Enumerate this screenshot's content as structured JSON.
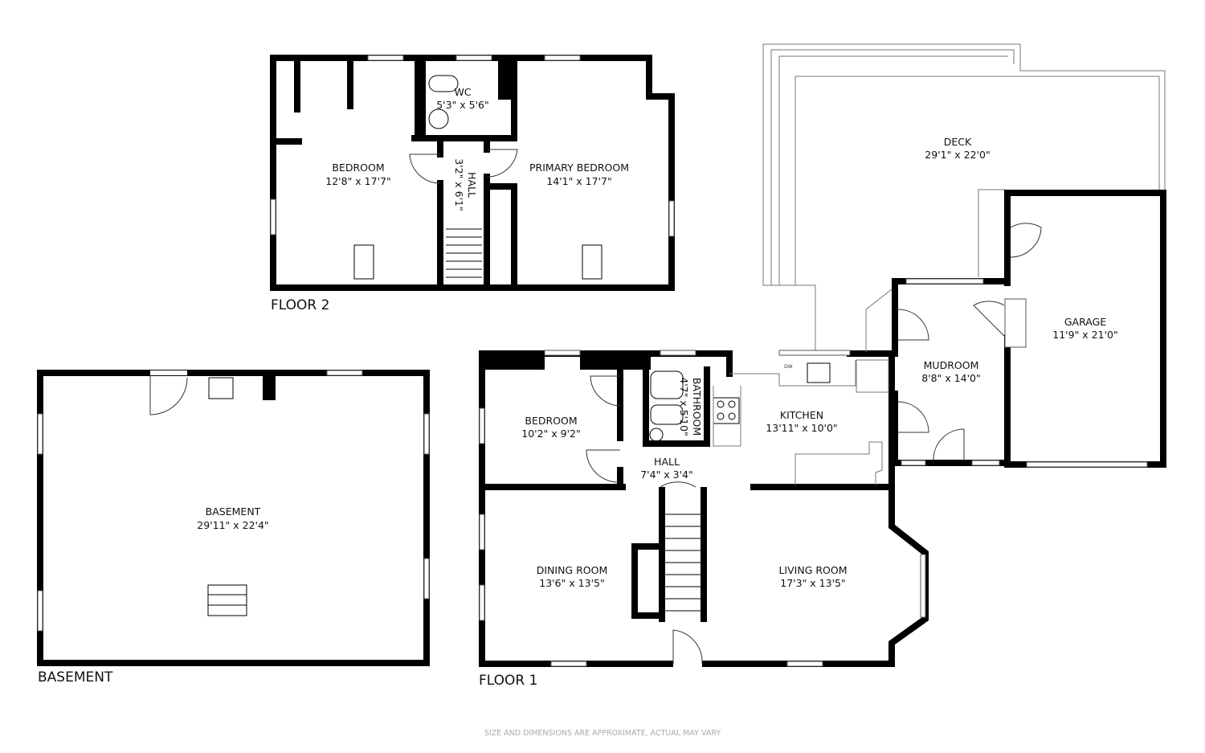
{
  "floors": {
    "floor2": "FLOOR 2",
    "floor1": "FLOOR 1",
    "basement": "BASEMENT"
  },
  "rooms": {
    "f2_bedroom": {
      "name": "BEDROOM",
      "size": "12'8\" x 17'7\""
    },
    "f2_wc": {
      "name": "WC",
      "size": "5'3\" x 5'6\""
    },
    "f2_hall": {
      "name": "HALL",
      "size": "3'2\" x 6'1\""
    },
    "f2_primary": {
      "name": "PRIMARY BEDROOM",
      "size": "14'1\" x 17'7\""
    },
    "deck": {
      "name": "DECK",
      "size": "29'1\" x 22'0\""
    },
    "garage": {
      "name": "GARAGE",
      "size": "11'9\" x 21'0\""
    },
    "mudroom": {
      "name": "MUDROOM",
      "size": "8'8\" x 14'0\""
    },
    "kitchen": {
      "name": "KITCHEN",
      "size": "13'11\" x 10'0\""
    },
    "bathroom": {
      "name": "BATHROOM",
      "size": "4'7\" x 5'10\""
    },
    "f1_bedroom": {
      "name": "BEDROOM",
      "size": "10'2\" x 9'2\""
    },
    "f1_hall": {
      "name": "HALL",
      "size": "7'4\" x 3'4\""
    },
    "dining": {
      "name": "DINING ROOM",
      "size": "13'6\" x 13'5\""
    },
    "living": {
      "name": "LIVING ROOM",
      "size": "17'3\" x 13'5\""
    },
    "basement": {
      "name": "BASEMENT",
      "size": "29'11\" x 22'4\""
    }
  },
  "appliance_labels": {
    "dishwasher": "DW"
  },
  "disclaimer": "SIZE AND DIMENSIONS ARE APPROXIMATE, ACTUAL MAY VARY"
}
